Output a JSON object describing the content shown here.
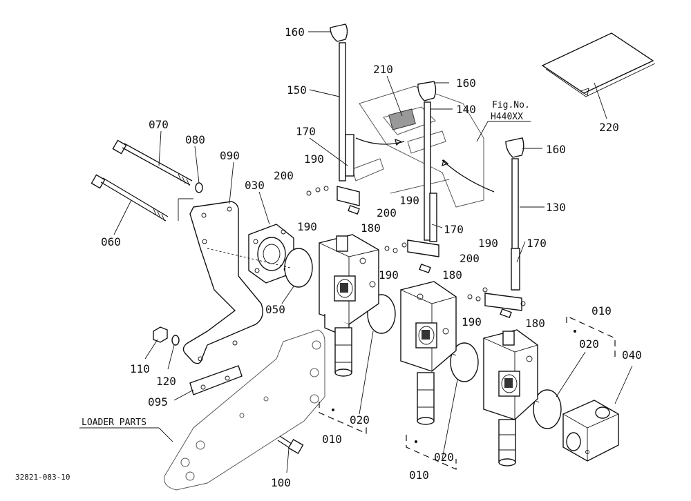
{
  "diagram": {
    "fig_no_label": "Fig.No.",
    "fig_no_value": "H440XX",
    "loader_parts_label": "LOADER PARTS",
    "drawing_number": "32821-083-10",
    "callouts": {
      "p160_a": "160",
      "p160_b": "160",
      "p160_c": "160",
      "p150": "150",
      "p140": "140",
      "p130": "130",
      "p210": "210",
      "p220": "220",
      "p070": "070",
      "p080": "080",
      "p090": "090",
      "p060": "060",
      "p030": "030",
      "p170_a": "170",
      "p170_b": "170",
      "p170_c": "170",
      "p190_a": "190",
      "p190_b": "190",
      "p190_c": "190",
      "p190_d": "190",
      "p190_e": "190",
      "p190_f": "190",
      "p200_a": "200",
      "p200_b": "200",
      "p200_c": "200",
      "p180_a": "180",
      "p180_b": "180",
      "p180_c": "180",
      "p050": "050",
      "p010_a": "010",
      "p010_b": "010",
      "p010_c": "010",
      "p020_a": "020",
      "p020_b": "020",
      "p020_c": "020",
      "p040": "040",
      "p110": "110",
      "p120": "120",
      "p095": "095",
      "p100": "100"
    }
  }
}
